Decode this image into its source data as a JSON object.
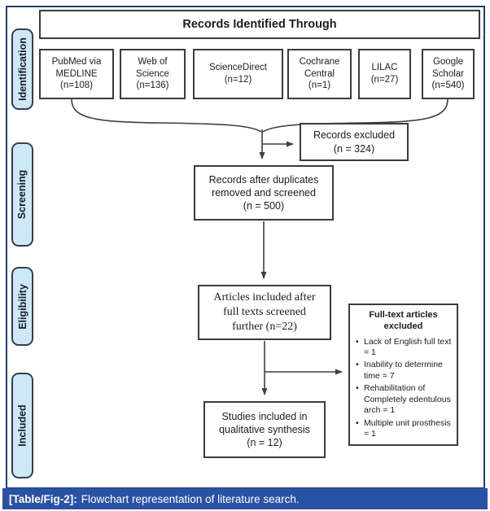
{
  "header": {
    "title": "Records Identified Through"
  },
  "stages": [
    "Identification",
    "Screening",
    "Eligibility",
    "Included"
  ],
  "sources": [
    {
      "lines": [
        "PubMed via",
        "MEDLINE",
        "(n=108)"
      ]
    },
    {
      "lines": [
        "Web of",
        "Science",
        "(n=136)"
      ]
    },
    {
      "lines": [
        "ScienceDirect",
        "(n=12)"
      ]
    },
    {
      "lines": [
        "Cochrane",
        "Central",
        "(n=1)"
      ]
    },
    {
      "lines": [
        "LILAC",
        "(n=27)"
      ]
    },
    {
      "lines": [
        "Google",
        "Scholar",
        "(n=540)"
      ]
    }
  ],
  "flow": {
    "records_excluded": {
      "lines": [
        "Records excluded",
        "(n = 324)"
      ]
    },
    "screened": {
      "lines": [
        "Records after duplicates",
        "removed and screened",
        "(n = 500)"
      ]
    },
    "eligible": {
      "lines": [
        "Articles included after",
        "full texts screened",
        "further (n=22)"
      ]
    },
    "included": {
      "lines": [
        "Studies included in",
        "qualitative synthesis",
        "(n = 12)"
      ]
    },
    "fulltext_excluded": {
      "title_lines": [
        "Full-text articles",
        "excluded"
      ],
      "bullets": [
        "Lack of English full text = 1",
        "Inability to determine time = 7",
        "Rehabilitation of Completely edentulous arch = 1",
        "Multiple unit prosthesis = 1"
      ]
    }
  },
  "caption": {
    "label": "[Table/Fig-2]:",
    "text": "Flowchart representation of literature search."
  },
  "colors": {
    "caption_bar": "#2a52a4",
    "stage_fill": "#cfe8f6",
    "stage_border": "#33404f",
    "outer_border": "#1d3d6e",
    "box_border": "#3b3b3b",
    "arrow": "#3f3f3f"
  }
}
